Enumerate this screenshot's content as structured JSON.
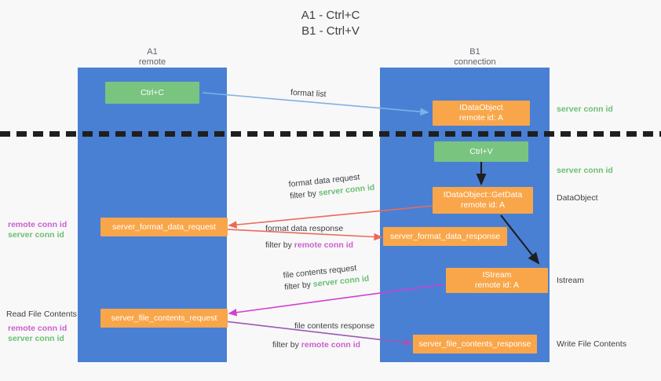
{
  "title": {
    "line1": "A1 - Ctrl+C",
    "line2": "B1 - Ctrl+V"
  },
  "columns": {
    "left": {
      "name": "A1",
      "role": "remote"
    },
    "right": {
      "name": "B1",
      "role": "connection"
    }
  },
  "colors": {
    "lane": "#4a80d4",
    "orange_box": "#f9a64a",
    "green_box": "#79c47f",
    "server_conn_id": "#6cbf73",
    "remote_conn_id": "#cc5fd0",
    "arrow_blue": "#7fb2e5",
    "arrow_red": "#ea6a5a",
    "arrow_magenta": "#d13fd1",
    "arrow_purple": "#9b59b6",
    "arrow_black": "#1f1f1f",
    "divider": "#1f1f1f"
  },
  "boxes": {
    "ctrl_c": {
      "label": "Ctrl+C"
    },
    "ctrl_v": {
      "label": "Ctrl+V"
    },
    "idataobject": {
      "line1": "IDataObject",
      "line2": "remote id: A"
    },
    "getdata": {
      "line1": "IDataObject::GetData",
      "line2": "remote id: A"
    },
    "istream": {
      "line1": "IStream",
      "line2": "remote id: A"
    },
    "server_format_data_request": {
      "label": "server_format_data_request"
    },
    "server_format_data_response": {
      "label": "server_format_data_response"
    },
    "server_file_contents_request": {
      "label": "server_file_contents_request"
    },
    "server_file_contents_response": {
      "label": "server_file_contents_response"
    }
  },
  "arrow_labels": {
    "format_list": {
      "text": "format list"
    },
    "format_data_request": {
      "line1": "format data request",
      "line2_prefix": "filter by ",
      "line2_key": "server conn id"
    },
    "format_data_response": {
      "line1": "format data response",
      "line2_prefix": "filter by ",
      "line2_key": "remote conn id"
    },
    "file_contents_request": {
      "line1": "file contents request",
      "line2_prefix": "filter by ",
      "line2_key": "server conn id"
    },
    "file_contents_response": {
      "line1": "file contents response",
      "line2_prefix": "filter by ",
      "line2_key": "remote conn id"
    }
  },
  "right_annotations": {
    "server_conn_id_top": "server conn id",
    "server_conn_id_mid": "server conn id",
    "dataobject": "DataObject",
    "istream": "Istream",
    "write_file_contents": "Write File Contents"
  },
  "left_annotations": {
    "remote_conn_id_upper": "remote conn id",
    "server_conn_id_upper": "server conn id",
    "read_file_contents": "Read File Contents",
    "remote_conn_id_lower": "remote conn id",
    "server_conn_id_lower": "server conn id"
  }
}
